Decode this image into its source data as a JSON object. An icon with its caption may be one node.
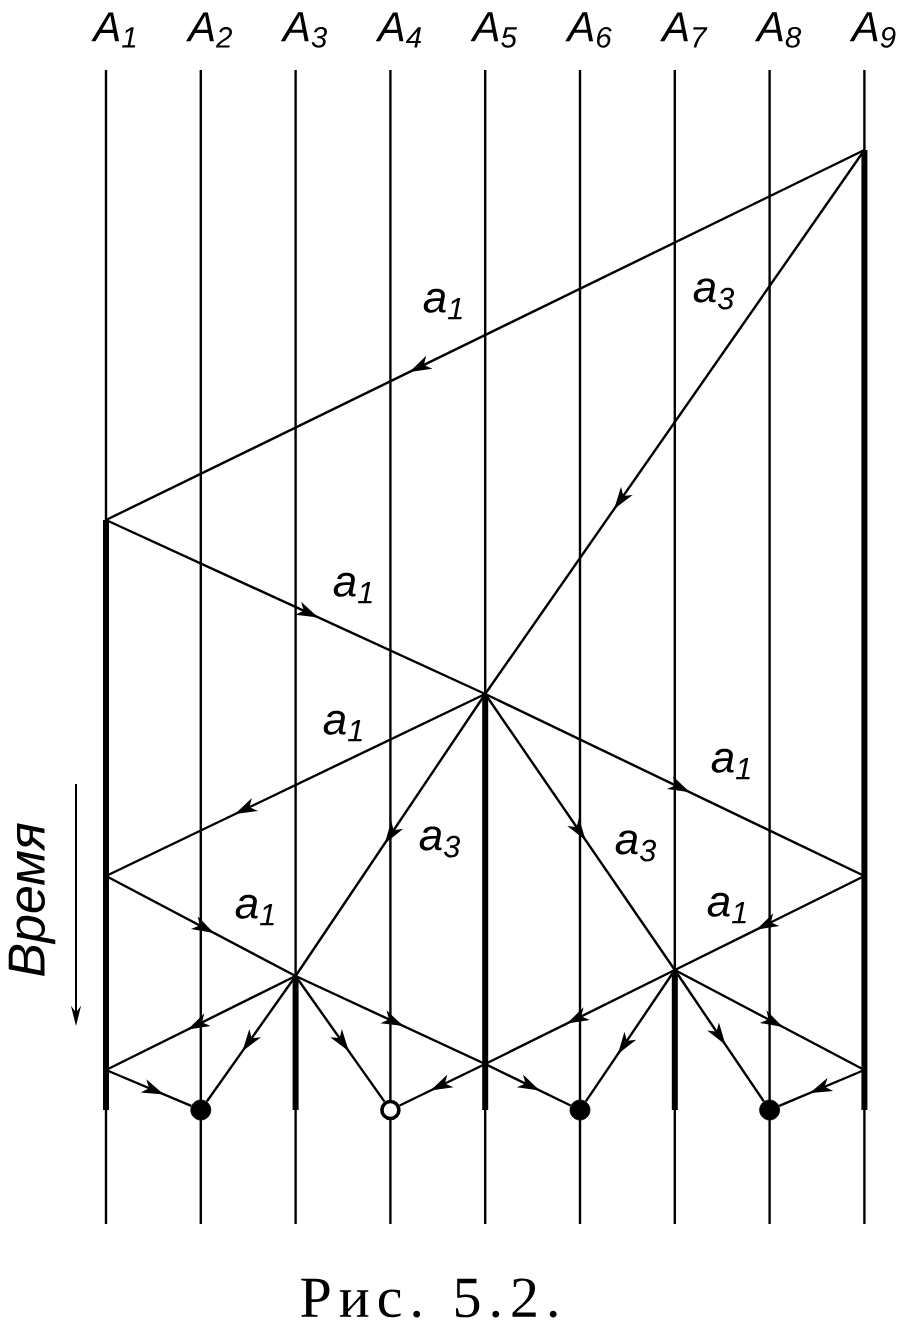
{
  "diagram": {
    "caption": "Рис. 5.2.",
    "nodes": [
      {
        "text": [],
        "shape": "bar"
      },
      {
        "text": [],
        "shape": "dot"
      },
      {
        "text": [],
        "shape": "bar"
      },
      {
        "text": [],
        "shape": "circle"
      },
      {
        "text": [],
        "shape": "bar"
      },
      {
        "text": [],
        "shape": "dot"
      },
      {
        "text": [],
        "shape": "bar"
      },
      {
        "text": [],
        "shape": "dot"
      },
      {
        "text": [],
        "shape": "bar"
      }
    ],
    "edges": [
      {
        "from": 8,
        "to": 0,
        "arrow": "to",
        "label": "a$_{1}$"
      },
      {
        "from": 8,
        "to": 4,
        "arrow": "to",
        "label": "a$_{3}$"
      },
      {
        "from": 0,
        "to": 4,
        "arrow": "to",
        "label": "a$_{1}$"
      },
      {
        "from": 4,
        "to": 0,
        "arrow": "to",
        "label": "a$_{1}$"
      },
      {
        "from": 4,
        "to": 8,
        "arrow": "to",
        "label": "a$_{1}$"
      },
      {
        "from": 4,
        "to": 2,
        "arrow": "to",
        "label": "a$_{3}$"
      },
      {
        "from": 4,
        "to": 6,
        "arrow": "to",
        "label": "a$_{3}$"
      },
      {
        "from": 0,
        "to": 2,
        "arrow": "to",
        "label": "a$_{1}$"
      },
      {
        "from": 8,
        "to": 6,
        "arrow": "to",
        "label": "a$_{1}$"
      },
      {
        "from": 2,
        "to": 0,
        "arrow": "to"
      },
      {
        "from": 2,
        "to": 1,
        "arrow": "to"
      },
      {
        "from": 2,
        "to": 3,
        "arrow": "to"
      },
      {
        "from": 2,
        "to": 4,
        "arrow": "to"
      },
      {
        "from": 6,
        "to": 4,
        "arrow": "to"
      },
      {
        "from": 6,
        "to": 5,
        "arrow": "to"
      },
      {
        "from": 6,
        "to": 7,
        "arrow": "to"
      },
      {
        "from": 6,
        "to": 8,
        "arrow": "to"
      },
      {
        "from": 0,
        "to": 1,
        "arrow": "to"
      },
      {
        "from": 4,
        "to": 3,
        "arrow": "to"
      },
      {
        "from": 4,
        "to": 5,
        "arrow": "to"
      },
      {
        "from": 8,
        "to": 7,
        "arrow": "to"
      }
    ],
    "labels": [
      "A$_{1}$",
      "A$_{2}$",
      "A$_{3}$",
      "A$_{4}$",
      "A$_{5}$",
      "A$_{6}$",
      "A$_{7}$",
      "A$_{8}$",
      "A$_{9}$",
      "Время"
    ]
  }
}
